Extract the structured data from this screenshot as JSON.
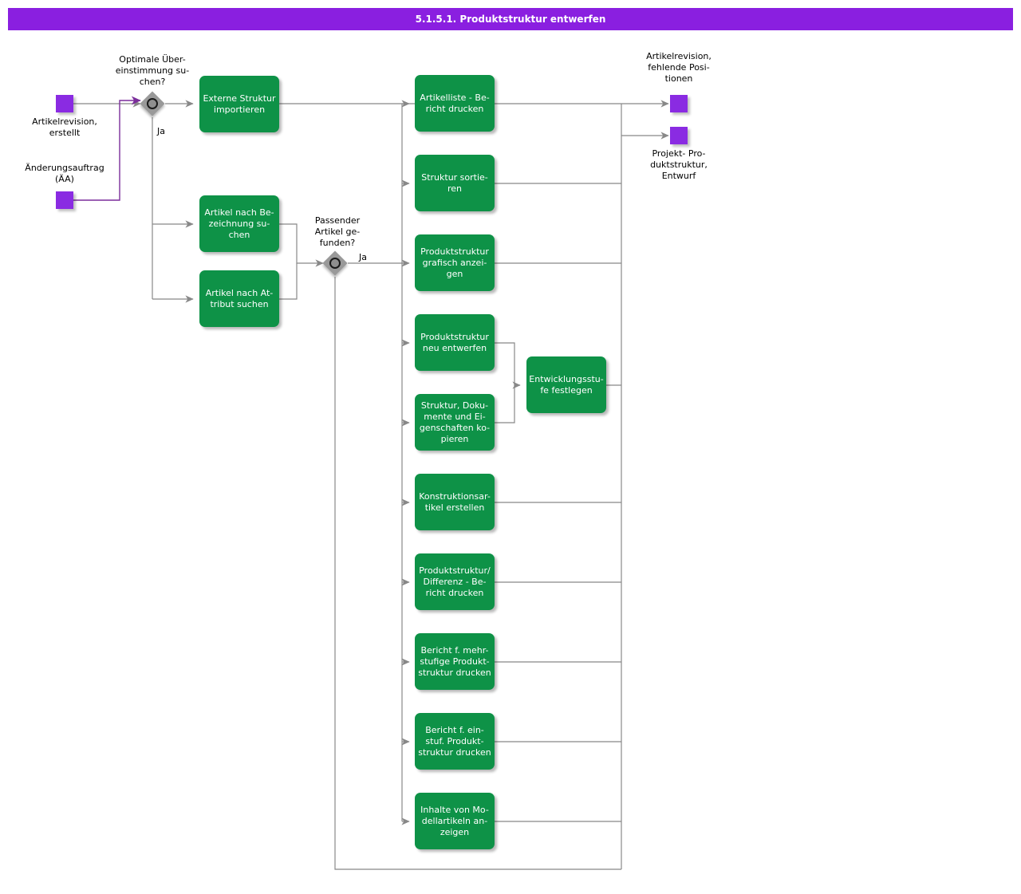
{
  "header": {
    "title": "5.1.5.1. Produktstruktur entwerfen",
    "bg_color": "#8A1FE0",
    "text_color": "#ffffff"
  },
  "theme": {
    "activity_color": "#0E9247",
    "event_color": "#8A2BE2",
    "decision_color": "#999999",
    "connector_color": "#888888",
    "trigger_connector_color": "#7B2D9B"
  },
  "events": {
    "start": [
      {
        "name": "artikelrevision-erstellt",
        "label": "Artikelrevision,\nerstellt"
      },
      {
        "name": "aenderungsauftrag-aa",
        "label": "Änderungsauftrag\n(ÄA)"
      }
    ],
    "end": [
      {
        "name": "artikelrevision-fehlende-positionen",
        "label": "Artikelrevision,\nfehlende Posi-\ntionen"
      },
      {
        "name": "projekt-produktstruktur-entwurf",
        "label": "Projekt- Pro-\nduktstruktur,\nEntwurf"
      }
    ]
  },
  "decisions": [
    {
      "name": "optimale-uebereinstimmung-suchen",
      "label": "Optimale Über-\neinstimmung su-\nchen?",
      "branch_label": "Ja"
    },
    {
      "name": "passender-artikel-gefunden",
      "label": "Passender\nArtikel ge-\nfunden?",
      "branch_label": "Ja"
    }
  ],
  "activities": [
    {
      "name": "externe-struktur-importieren",
      "label": "Externe Struktur\nimportieren"
    },
    {
      "name": "artikel-nach-bezeichnung-suchen",
      "label": "Artikel nach Be-\nzeichnung su-\nchen"
    },
    {
      "name": "artikel-nach-attribut-suchen",
      "label": "Artikel nach At-\ntribut suchen"
    },
    {
      "name": "artikelliste-bericht-drucken",
      "label": "Artikelliste - Be-\nricht drucken"
    },
    {
      "name": "struktur-sortieren",
      "label": "Struktur sortie-\nren"
    },
    {
      "name": "produktstruktur-grafisch-anzeigen",
      "label": "Produktstruktur\ngrafisch anzei-\ngen"
    },
    {
      "name": "produktstruktur-neu-entwerfen",
      "label": "Produktstruktur\nneu entwerfen"
    },
    {
      "name": "struktur-dokumente-eigenschaften-kopieren",
      "label": "Struktur, Doku-\nmente und Ei-\ngenschaften ko-\npieren"
    },
    {
      "name": "konstruktionsartikel-erstellen",
      "label": "Konstruktionsar-\ntikel erstellen"
    },
    {
      "name": "produktstruktur-differenz-bericht-drucken",
      "label": "Produktstruktur/\nDifferenz - Be-\nricht drucken"
    },
    {
      "name": "bericht-mehrstufige-produktstruktur-drucken",
      "label": "Bericht f. mehr-\nstufige Produkt-\nstruktur drucken"
    },
    {
      "name": "bericht-einstufige-produktstruktur-drucken",
      "label": "Bericht f. ein-\nstuf. Produkt-\nstruktur drucken"
    },
    {
      "name": "inhalte-von-modellartikeln-anzeigen",
      "label": "Inhalte von Mo-\ndellartikeln an-\nzeigen"
    },
    {
      "name": "entwicklungsstufe-festlegen",
      "label": "Entwicklungsstu-\nfe festlegen"
    }
  ]
}
